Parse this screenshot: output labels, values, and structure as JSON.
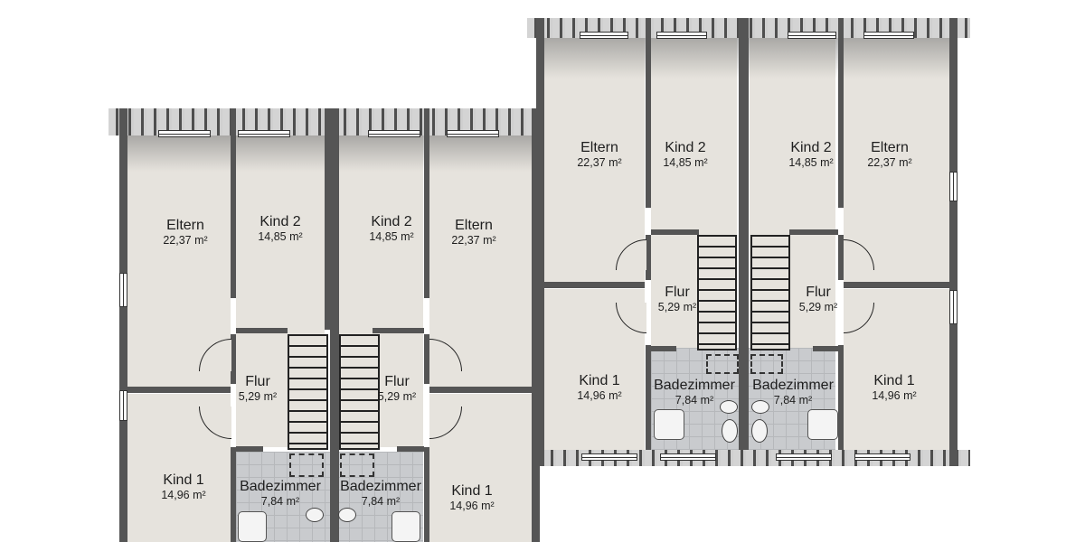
{
  "floor_plan": {
    "left_building": {
      "rooms": [
        {
          "name": "Eltern",
          "area": "22,37 m²"
        },
        {
          "name": "Kind 2",
          "area": "14,85 m²"
        },
        {
          "name": "Kind 2",
          "area": "14,85 m²"
        },
        {
          "name": "Eltern",
          "area": "22,37 m²"
        },
        {
          "name": "Flur",
          "area": "5,29 m²"
        },
        {
          "name": "Flur",
          "area": "5,29 m²"
        },
        {
          "name": "Kind 1",
          "area": "14,96 m²"
        },
        {
          "name": "Badezimmer",
          "area": "7,84 m²"
        },
        {
          "name": "Badezimmer",
          "area": "7,84 m²"
        },
        {
          "name": "Kind 1",
          "area": "14,96 m²"
        }
      ]
    },
    "right_building": {
      "rooms": [
        {
          "name": "Eltern",
          "area": "22,37 m²"
        },
        {
          "name": "Kind 2",
          "area": "14,85 m²"
        },
        {
          "name": "Kind 2",
          "area": "14,85 m²"
        },
        {
          "name": "Eltern",
          "area": "22,37 m²"
        },
        {
          "name": "Flur",
          "area": "5,29 m²"
        },
        {
          "name": "Flur",
          "area": "5,29 m²"
        },
        {
          "name": "Kind 1",
          "area": "14,96 m²"
        },
        {
          "name": "Badezimmer",
          "area": "7,84 m²"
        },
        {
          "name": "Badezimmer",
          "area": "7,84 m²"
        },
        {
          "name": "Kind 1",
          "area": "14,96 m²"
        }
      ]
    },
    "colors": {
      "room_floor": "#e6e3dd",
      "wall": "#555555",
      "bath_tile": "#c9cbce",
      "background": "#ffffff"
    }
  }
}
